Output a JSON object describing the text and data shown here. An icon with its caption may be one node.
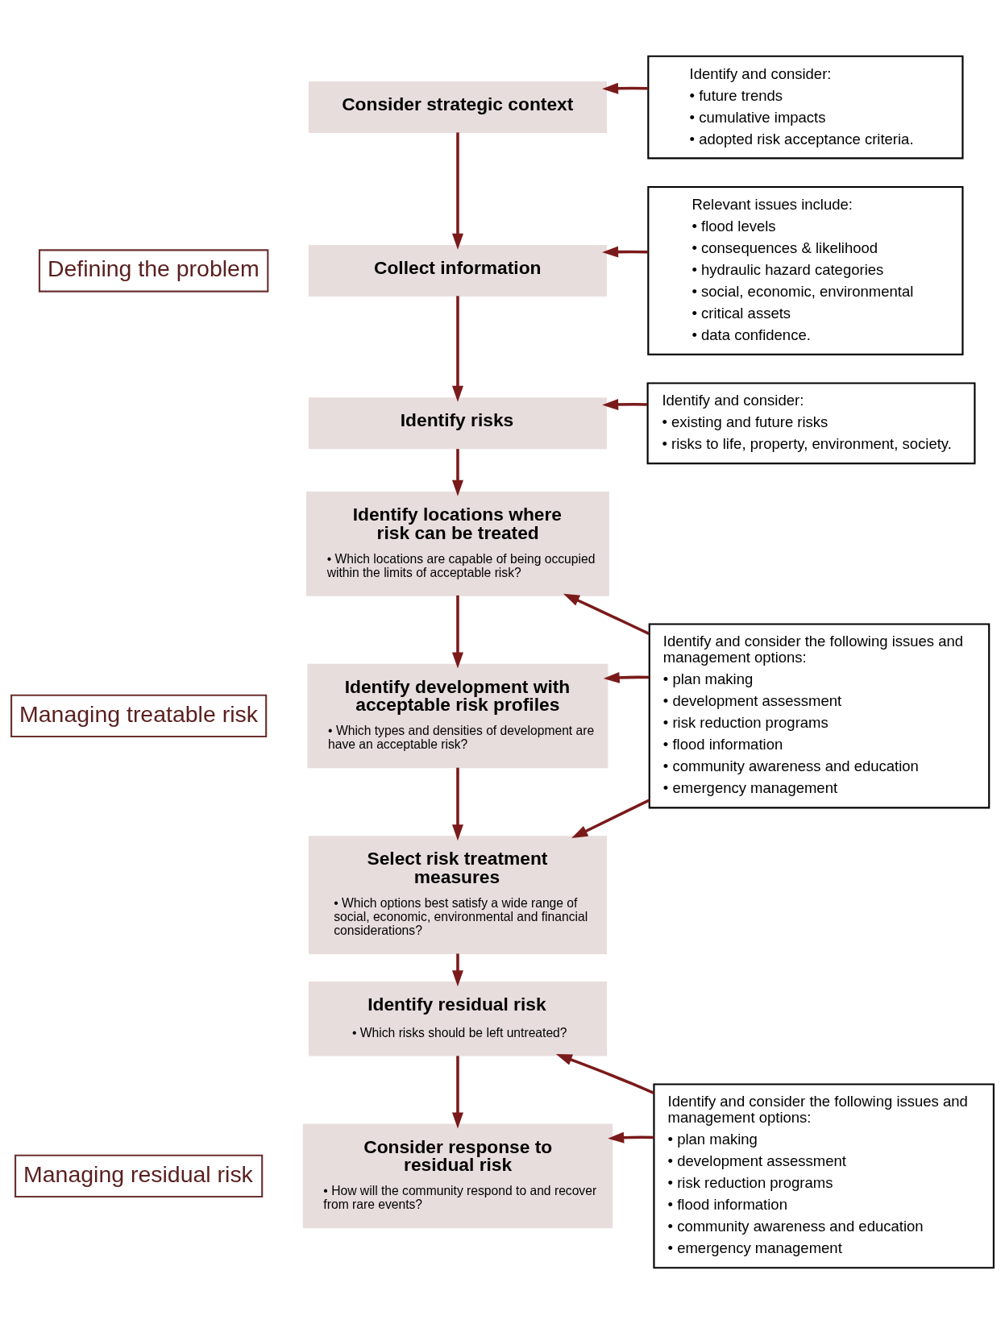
{
  "diagram": {
    "nodes": [
      {
        "text": [
          "Defining the problem"
        ]
      },
      {
        "text": [
          "Consider strategic context"
        ]
      },
      {
        "text": [
          "Identify and consider:",
          "• future trends",
          "• cumulative impacts",
          "• adopted risk acceptance criteria."
        ]
      },
      {
        "text": [
          "Collect information"
        ]
      },
      {
        "text": [
          "Relevant issues include:",
          "• flood levels",
          "• consequences & likelihood",
          "• hydraulic hazard categories",
          "• social, economic, environmental",
          "• critical assets",
          "• data confidence."
        ]
      },
      {
        "text": [
          "Identify risks"
        ]
      },
      {
        "text": [
          "Identify and consider:",
          "• existing and future risks",
          "• risks to life, property, environment, society."
        ]
      },
      {
        "text": [
          "Managing treatable risk"
        ]
      },
      {
        "text": [
          "Identify locations where risk can be treated",
          "• Which locations are capable of being occupied within the limits of acceptable risk?"
        ]
      },
      {
        "text": [
          "Identify development with acceptable risk profiles",
          "• Which types and densities of development are have an acceptable risk?"
        ]
      },
      {
        "text": [
          "Identify and consider the following issues and management options:",
          "• plan making",
          "• development assessment",
          "• risk reduction programs",
          "• flood information",
          "• community awareness and education",
          "• emergency management"
        ]
      },
      {
        "text": [
          "Select risk treatment measures",
          "• Which options best satisfy a wide range of social, economic, environmental and financial considerations?"
        ]
      },
      {
        "text": [
          "Managing residual risk"
        ]
      },
      {
        "text": [
          "Identify residual risk",
          "• Which risks should be left untreated?"
        ]
      },
      {
        "text": [
          "Identify and consider the following issues and management options:",
          "• plan making",
          "• development assessment",
          "• risk reduction programs",
          "• flood information",
          "• community awareness and education",
          "• emergency management"
        ]
      },
      {
        "text": [
          "Consider response to residual risk",
          "• How will the community respond to and recover from rare events?"
        ]
      }
    ],
    "edges": [
      {
        "from": 1,
        "to": 3,
        "arrow": "to"
      },
      {
        "from": 3,
        "to": 5,
        "arrow": "to"
      },
      {
        "from": 5,
        "to": 8,
        "arrow": "to"
      },
      {
        "from": 8,
        "to": 9,
        "arrow": "to"
      },
      {
        "from": 9,
        "to": 11,
        "arrow": "to"
      },
      {
        "from": 11,
        "to": 13,
        "arrow": "to"
      },
      {
        "from": 13,
        "to": 15,
        "arrow": "to"
      },
      {
        "from": 2,
        "to": 1,
        "arrow": "to"
      },
      {
        "from": 4,
        "to": 3,
        "arrow": "to"
      },
      {
        "from": 6,
        "to": 5,
        "arrow": "to"
      },
      {
        "from": 10,
        "to": 8,
        "arrow": "to"
      },
      {
        "from": 10,
        "to": 9,
        "arrow": "to"
      },
      {
        "from": 10,
        "to": 11,
        "arrow": "to"
      },
      {
        "from": 14,
        "to": 13,
        "arrow": "to"
      },
      {
        "from": 14,
        "to": 15,
        "arrow": "to"
      }
    ]
  }
}
